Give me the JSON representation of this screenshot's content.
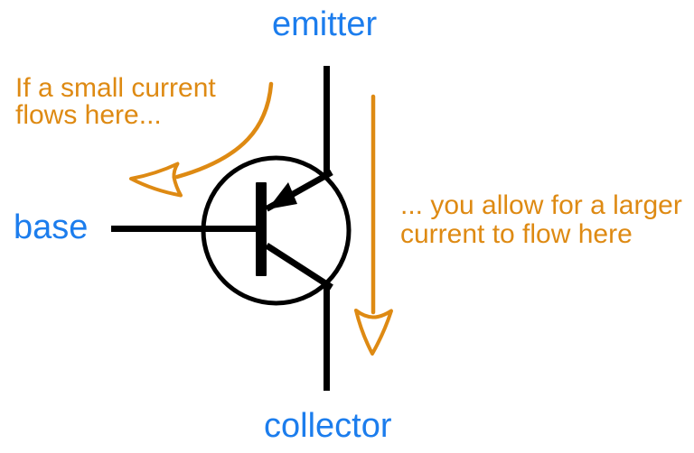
{
  "labels": {
    "emitter": "emitter",
    "base": "base",
    "collector": "collector"
  },
  "annotations": {
    "small_current": "If a small current\nflows here...",
    "large_current": "... you allow for a larger\ncurrent to flow here"
  },
  "colors": {
    "terminal_label": "#1c7ded",
    "annotation": "#de8a13",
    "symbol": "#000000",
    "background": "#ffffff"
  }
}
